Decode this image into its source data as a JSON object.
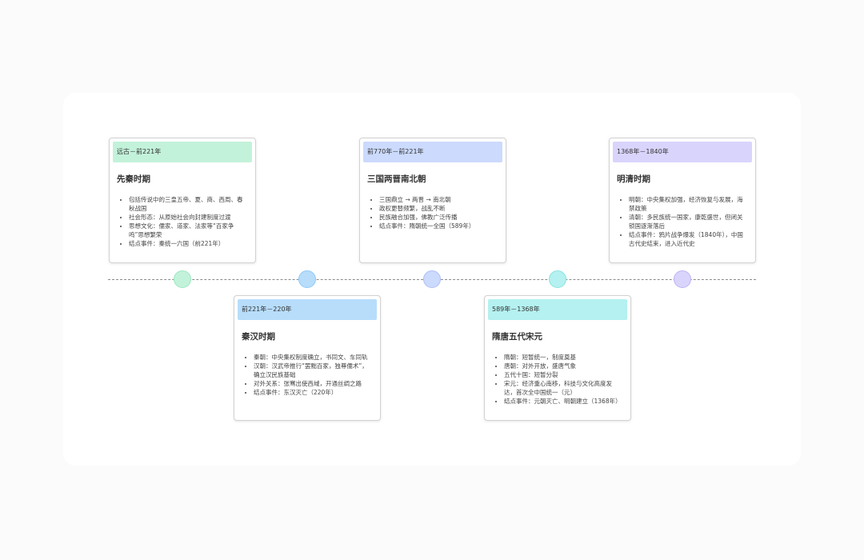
{
  "colors": {
    "green": "#c3f2da",
    "blue": "#b7ddfb",
    "indigo": "#cbdafd",
    "cyan": "#b4f1f0",
    "violet": "#d9d4fc"
  },
  "periods": [
    {
      "date": "远古－前221年",
      "title": "先秦时期",
      "items": [
        "包括传说中的三皇五帝、夏、商、西周、春秋战国",
        "社会形态：从原始社会向封建制度过渡",
        "思想文化：儒家、道家、法家等“百家争鸣”思想繁荣",
        "结点事件：秦统一六国（前221年）"
      ]
    },
    {
      "date": "前221年－220年",
      "title": "秦汉时期",
      "items": [
        "秦朝：中央集权制度确立，书同文、车同轨",
        "汉朝：汉武帝推行“罢黜百家，独尊儒术”，确立汉民族基础",
        "对外关系：张骞出使西域，开通丝绸之路",
        "结点事件：东汉灭亡（220年）"
      ]
    },
    {
      "date": "前770年－前221年",
      "title": "三国两晋南北朝",
      "items": [
        "三国鼎立 → 两晋 → 南北朝",
        "政权更替频繁，战乱不断",
        "民族融合加强，佛教广泛传播",
        "结点事件：隋朝统一全国（589年）"
      ]
    },
    {
      "date": "589年－1368年",
      "title": "隋唐五代宋元",
      "items": [
        "隋朝：短暂统一，制度奠基",
        "唐朝：对外开放，盛唐气象",
        "五代十国：短暂分裂",
        "宋元：经济重心南移，科技与文化高度发达，首次全中国统一（元）",
        "结点事件：元朝灭亡、明朝建立（1368年）"
      ]
    },
    {
      "date": "1368年－1840年",
      "title": "明清时期",
      "items": [
        "明朝：中央集权加强，经济恢复与发展，海禁政策",
        "清朝：多民族统一国家，康乾盛世，但闭关锁国逐渐落后",
        "结点事件：鸦片战争爆发（1840年），中国古代史结束，进入近代史"
      ]
    }
  ]
}
